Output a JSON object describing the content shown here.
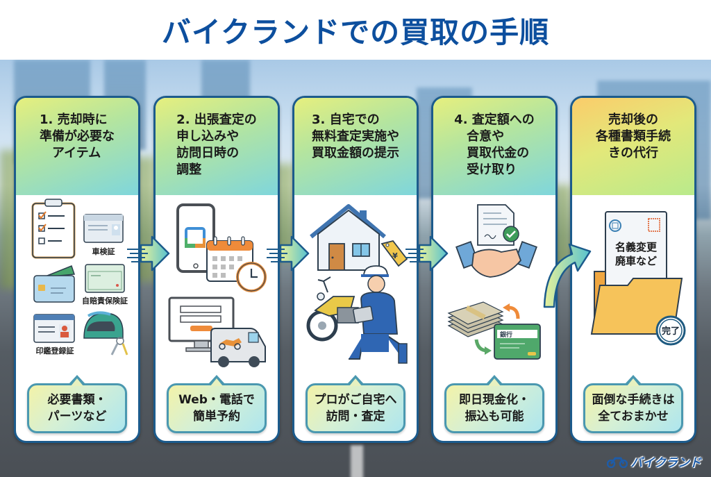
{
  "title": "バイクランドでの買取の手順",
  "colors": {
    "title": "#0d4f9e",
    "card_border": "#1c5b8c",
    "bubble_border": "#4a98b0"
  },
  "steps": [
    {
      "title": "1. 売却時に\n準備が必要な\n　アイテム",
      "illustration": {
        "icons": [
          "clipboard-checklist-icon",
          "id-card-icon",
          "insurance-certificate-icon",
          "credit-card-icon",
          "seal-registration-card-icon",
          "helmet-icon",
          "keys-icon"
        ],
        "labels": [
          "車検証",
          "自賠責保険証",
          "印鑑登録証"
        ]
      },
      "bubble": "必要書類・\nパーツなど"
    },
    {
      "title": "2. 出張査定の\n申し込みや\n訪問日時の\n調整",
      "illustration": {
        "icons": [
          "smartphone-calendar-icon",
          "calendar-icon",
          "clock-icon",
          "computer-form-icon",
          "van-icon"
        ]
      },
      "bubble": "Web・電話で\n簡単予約"
    },
    {
      "title": "3. 自宅での\n無料査定実施や\n買取金額の提示",
      "illustration": {
        "icons": [
          "house-icon",
          "price-tag-icon",
          "motorcycle-icon",
          "inspector-icon"
        ],
        "tag_symbol": "¥"
      },
      "bubble": "プロがご自宅へ\n訪問・査定"
    },
    {
      "title": "4. 査定額への\n　合意や\n　買取代金の\n　受け取り",
      "illustration": {
        "icons": [
          "contract-document-icon",
          "check-icon",
          "handshake-icon",
          "cash-stack-icon",
          "bank-card-icon"
        ],
        "bank_label": "銀行"
      },
      "bubble": "即日現金化・\n振込も可能"
    },
    {
      "title": "売却後の\n各種書類手続\nきの代行",
      "illustration": {
        "icons": [
          "document-icon",
          "stamp-icon",
          "folder-icon",
          "complete-badge-icon"
        ],
        "doc_label_1": "名義変更",
        "doc_label_2": "廃車など",
        "badge": "完了"
      },
      "bubble": "面倒な手続きは\n全ておまかせ"
    }
  ],
  "logo": {
    "text": "バイクランド",
    "icon": "motorcycle-logo-icon"
  }
}
